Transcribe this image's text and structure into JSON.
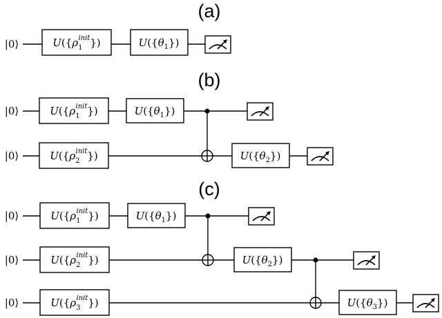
{
  "panels": [
    {
      "label": "(a)"
    },
    {
      "label": "(b)"
    },
    {
      "label": "(c)"
    }
  ],
  "ket_label": "|0⟩",
  "gate_prefix": "U",
  "init_gates": {
    "rho_symbol": "ρ",
    "superscript": "init",
    "subscripts": [
      "1",
      "2",
      "3"
    ]
  },
  "param_gates": {
    "theta_symbol": "θ",
    "subscripts": [
      "1",
      "2",
      "3"
    ]
  },
  "icons": {
    "measurement": "measurement-meter-icon",
    "control": "control-dot",
    "target": "cnot-target-icon"
  }
}
